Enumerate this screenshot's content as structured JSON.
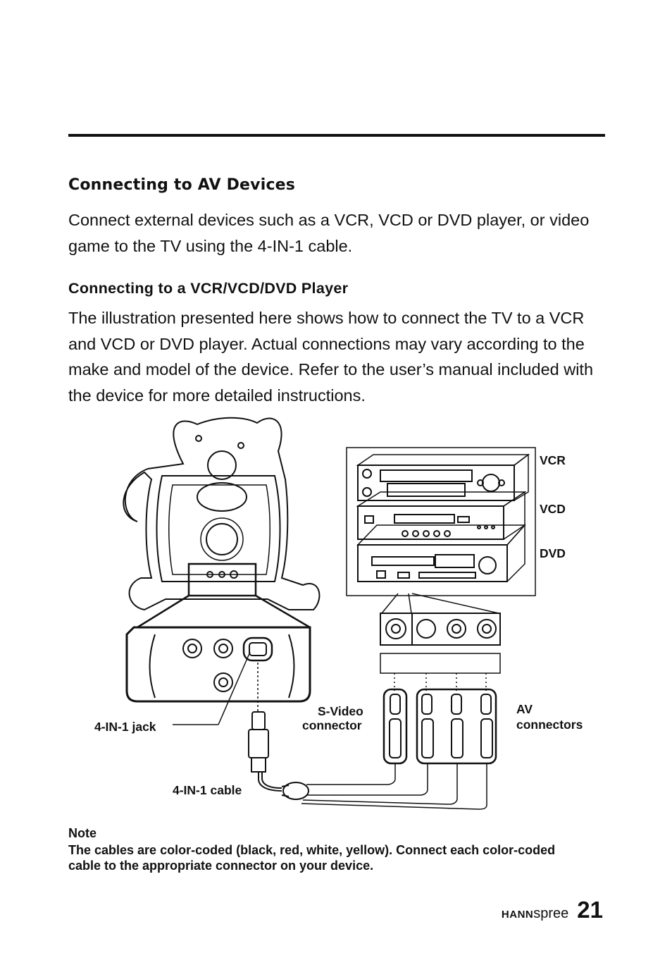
{
  "section": {
    "title": "Connecting to AV Devices",
    "intro": "Connect external devices such as a VCR, VCD or DVD player, or video game to the TV using the 4-IN-1 cable."
  },
  "subsection": {
    "title": "Connecting to a VCR/VCD/DVD Player",
    "body": "The illustration presented here shows how to connect the TV to a VCR and VCD or DVD player. Actual connections may vary according to the make and model of the device. Refer to the user’s manual included with the device for more detailed instructions."
  },
  "diagram": {
    "labels": {
      "vcr": "VCR",
      "vcd": "VCD",
      "dvd": "DVD",
      "jack": "4-IN-1 jack",
      "cable": "4-IN-1 cable",
      "svideo_line1": "S-Video",
      "svideo_line2": "connector",
      "av_line1": "AV",
      "av_line2": "connectors"
    }
  },
  "note": {
    "title": "Note",
    "body": "The cables are color-coded (black, red, white, yellow). Connect each color-coded cable to the appropriate connector on your device."
  },
  "footer": {
    "brand_bold": "HANN",
    "brand_light": "spree",
    "page_number": "21"
  }
}
